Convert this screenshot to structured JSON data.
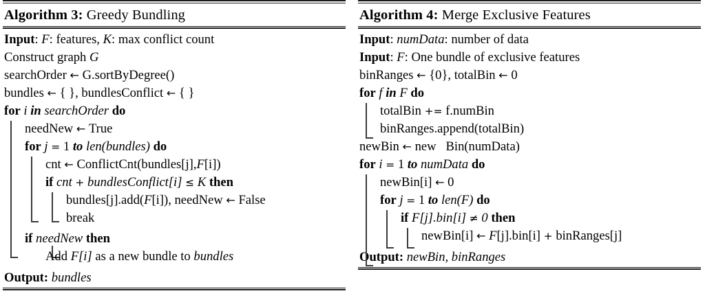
{
  "document": {
    "type": "algorithm-pseudocode-figure",
    "background_color": "#ffffff",
    "text_color": "#000000",
    "rule_color": "#1a1a1a",
    "guide_color": "#3a3a3a"
  },
  "algorithms": [
    {
      "id": "algorithm-3",
      "title_label": "Algorithm 3:",
      "title_name": "Greedy Bundling",
      "lines": [
        {
          "indent": 0,
          "text": "Input: F: features, K: max conflict count"
        },
        {
          "indent": 0,
          "text": "Construct graph G"
        },
        {
          "indent": 0,
          "text": "searchOrder ← G.sortByDegree()"
        },
        {
          "indent": 0,
          "text": "bundles ← {}, bundlesConflict ← {}"
        },
        {
          "indent": 0,
          "text": "for i in searchOrder do"
        },
        {
          "indent": 1,
          "text": "needNew ← True"
        },
        {
          "indent": 1,
          "text": "for j = 1 to len(bundles) do"
        },
        {
          "indent": 2,
          "text": "cnt ← ConflictCnt(bundles[j], F[i])"
        },
        {
          "indent": 2,
          "text": "if cnt + bundlesConflict[i] ≤ K then"
        },
        {
          "indent": 3,
          "text": "bundles[j].add(F[i]), needNew ← False"
        },
        {
          "indent": 3,
          "text": "break"
        },
        {
          "indent": 1,
          "text": "if needNew then"
        },
        {
          "indent": 2,
          "text": "Add F[i] as a new bundle to bundles"
        }
      ],
      "output_label": "Output:",
      "output_value": "bundles"
    },
    {
      "id": "algorithm-4",
      "title_label": "Algorithm 4:",
      "title_name": "Merge Exclusive Features",
      "lines": [
        {
          "indent": 0,
          "text": "Input: numData: number of data"
        },
        {
          "indent": 0,
          "text": "Input: F: One bundle of exclusive features"
        },
        {
          "indent": 0,
          "text": "binRanges ← {0}, totalBin ← 0"
        },
        {
          "indent": 0,
          "text": "for f in F do"
        },
        {
          "indent": 1,
          "text": "totalBin += f.numBin"
        },
        {
          "indent": 1,
          "text": "binRanges.append(totalBin)"
        },
        {
          "indent": 0,
          "text": "newBin ← new   Bin(numData)"
        },
        {
          "indent": 0,
          "text": "for i = 1 to numData do"
        },
        {
          "indent": 1,
          "text": "newBin[i] ← 0"
        },
        {
          "indent": 1,
          "text": "for j = 1 to len(F) do"
        },
        {
          "indent": 2,
          "text": "if F[j].bin[i] ≠ 0 then"
        },
        {
          "indent": 3,
          "text": "newBin[i] ← F[j].bin[i] + binRanges[j]"
        }
      ],
      "output_label": "Output:",
      "output_value": "newBin, binRanges"
    }
  ],
  "tokens": {
    "kw_input": "Input",
    "kw_output": "Output",
    "kw_for": "for",
    "kw_in": "in",
    "kw_to": "to",
    "kw_do": "do",
    "kw_if": "if",
    "kw_then": "then",
    "colon": ":",
    "arrow": "←",
    "leq": "≤",
    "neq": "≠",
    "plus": "+",
    "plus_eq": "+=",
    "eq": "=",
    "comma": ",",
    "var_F": "F",
    "var_K": "K",
    "var_G": "G",
    "var_i": "i",
    "var_j": "j",
    "var_f": "f",
    "var_one": "1",
    "var_zero": "0",
    "brace_empty": "{ }",
    "brace_zero": "{0}",
    "true": "True",
    "false": "False",
    "break": "break",
    "features_txt": "features,",
    "maxconflict_txt": "max conflict count",
    "construct_txt": "Construct graph",
    "searchOrder": "searchOrder",
    "sortByDegree": "G.sortByDegree()",
    "bundles": "bundles",
    "bundlesConflict": "bundlesConflict",
    "needNew": "needNew",
    "len_bundles": "len(bundles)",
    "cnt": "cnt",
    "conflictCnt_open": "ConflictCnt(bundles[j],",
    "f_i_close": "[i])",
    "bundlesConflict_i": "bundlesConflict[i]",
    "bundles_j_add": "bundles[j].add(",
    "f_i_close2": "[i]),",
    "add_txt": "Add",
    "f_i_math": "[i]",
    "asnew_txt": "as a new bundle to",
    "numData": "numData",
    "numberofdata_txt": "number of data",
    "onebundle_txt": "One bundle of exclusive features",
    "binRanges": "binRanges",
    "totalBin": "totalBin",
    "fnumBin": "f.numBin",
    "binRanges_append": "binRanges.append(totalBin)",
    "newBin": "newBin",
    "new_txt": "new",
    "bin_numData": "Bin(numData)",
    "newBin_i": "newBin[i]",
    "len_F": "len(F)",
    "f_j_bin_i": "[j].bin[i]",
    "fj_bin_i_plain": "[j].bin[i]",
    "binRanges_j": "binRanges[j]"
  }
}
